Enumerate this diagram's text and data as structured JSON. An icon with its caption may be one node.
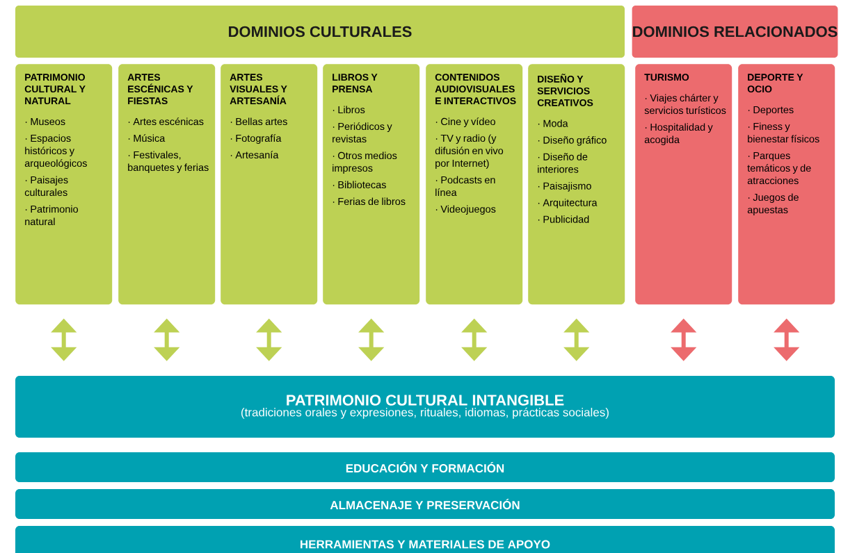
{
  "diagram": {
    "nodes": [
      {
        "text": [
          "DOMINIOS CULTURALES"
        ]
      },
      {
        "text": [
          "DOMINIOS RELACIONADOS"
        ]
      },
      {
        "text": [
          "PATRIMONIO CULTURAL Y NATURAL",
          "· Museos",
          "· Espacios históricos y arqueológicos",
          "· Paisajes culturales",
          "· Patrimonio natural"
        ]
      },
      {
        "text": [
          "ARTES ESCÉNICAS Y FIESTAS",
          "· Artes escénicas",
          "· Música",
          "· Festivales, banquetes y ferias"
        ]
      },
      {
        "text": [
          "ARTES VISUALES Y ARTESANÍA",
          "· Bellas artes",
          "· Fotografía",
          "· Artesanía"
        ]
      },
      {
        "text": [
          "LIBROS Y PRENSA",
          "· Libros",
          "· Periódicos y revistas",
          "· Otros medios impresos",
          "· Bibliotecas",
          "· Ferias de libros"
        ]
      },
      {
        "text": [
          "CONTENIDOS AUDIOVISUALES E INTERACTIVOS",
          "· Cine y vídeo",
          "· TV y radio (y difusión en vivo por Internet)",
          "· Podcasts en línea",
          "· Videojuegos"
        ]
      },
      {
        "text": [
          "DISEÑO Y SERVICIOS CREATIVOS",
          "· Moda",
          "· Diseño gráfico",
          "· Diseño de interiores",
          "· Paisajismo",
          "· Arquitectura",
          "· Publicidad"
        ]
      },
      {
        "text": [
          "TURISMO",
          "· Viajes chárter y servicios turísticos",
          "· Hospitalidad y acogida"
        ]
      },
      {
        "text": [
          "DEPORTE Y OCIO",
          "· Deportes",
          "· Finess y bienestar físicos",
          "· Parques temáticos y de atracciones",
          "· Juegos de apuestas"
        ]
      },
      {
        "text": [
          "PATRIMONIO CULTURAL INTANGIBLE",
          "(tradiciones orales y expresiones, rituales, idiomas, prácticas sociales)"
        ]
      },
      {
        "text": [
          "EDUCACIÓN Y FORMACIÓN"
        ]
      },
      {
        "text": [
          "ALMACENAJE Y PRESERVACIÓN"
        ]
      },
      {
        "text": [
          "HERRAMIENTAS Y MATERIALES DE APOYO"
        ]
      }
    ],
    "edges": [
      {
        "from": 2,
        "to": 10,
        "arrow": "both"
      },
      {
        "from": 3,
        "to": 10,
        "arrow": "both"
      },
      {
        "from": 4,
        "to": 10,
        "arrow": "both"
      },
      {
        "from": 5,
        "to": 10,
        "arrow": "both"
      },
      {
        "from": 6,
        "to": 10,
        "arrow": "both"
      },
      {
        "from": 7,
        "to": 10,
        "arrow": "both"
      },
      {
        "from": 8,
        "to": 10,
        "arrow": "both",
        "color": "#ec6b6e"
      },
      {
        "from": 9,
        "to": 10,
        "arrow": "both",
        "color": "#ec6b6e"
      }
    ]
  }
}
